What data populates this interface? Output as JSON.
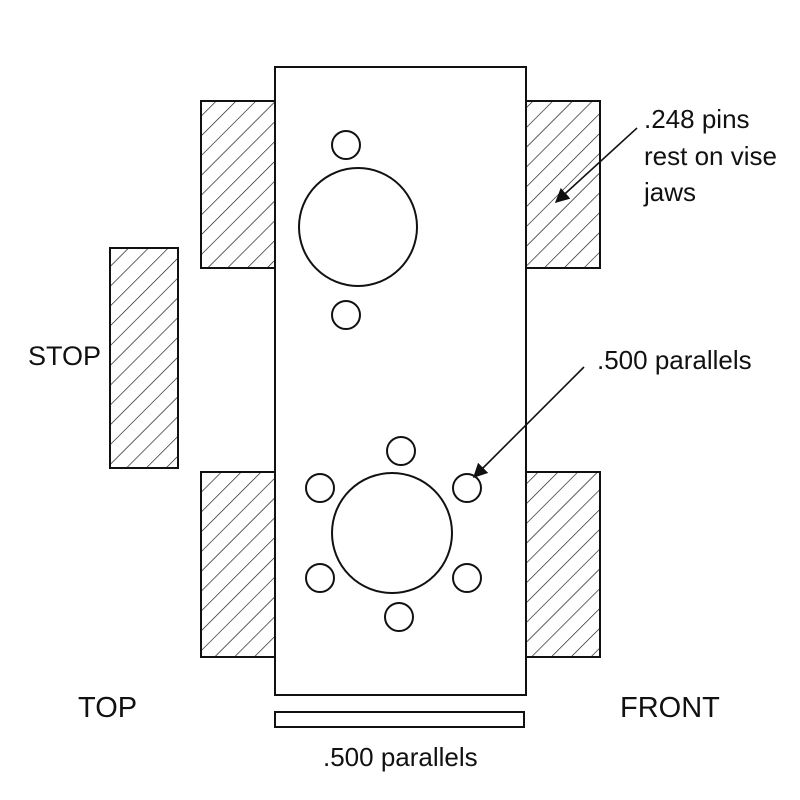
{
  "labels": {
    "pins_line1": ".248 pins",
    "pins_line2": "rest on vise",
    "pins_line3": "jaws",
    "stop": "STOP",
    "parallels_right": ".500 parallels",
    "top": "TOP",
    "front": "FRONT",
    "parallels_bottom": ".500 parallels"
  },
  "colors": {
    "line": "#111111",
    "background": "#ffffff"
  }
}
